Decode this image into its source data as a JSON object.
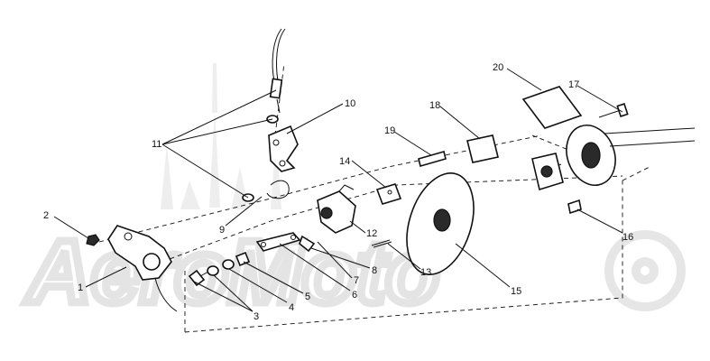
{
  "watermark": {
    "text": "AeroMoto",
    "color": "#e6e6e6"
  },
  "callouts": [
    {
      "id": "c1",
      "label": "1"
    },
    {
      "id": "c2",
      "label": "2"
    },
    {
      "id": "c3",
      "label": "3"
    },
    {
      "id": "c4",
      "label": "4"
    },
    {
      "id": "c5",
      "label": "5"
    },
    {
      "id": "c6",
      "label": "6"
    },
    {
      "id": "c7",
      "label": "7"
    },
    {
      "id": "c8",
      "label": "8"
    },
    {
      "id": "c9",
      "label": "9"
    },
    {
      "id": "c10",
      "label": "10"
    },
    {
      "id": "c11",
      "label": "11"
    },
    {
      "id": "c12",
      "label": "12"
    },
    {
      "id": "c13",
      "label": "13"
    },
    {
      "id": "c14",
      "label": "14"
    },
    {
      "id": "c15",
      "label": "15"
    },
    {
      "id": "c16",
      "label": "16"
    },
    {
      "id": "c17",
      "label": "17"
    },
    {
      "id": "c18",
      "label": "18"
    },
    {
      "id": "c19",
      "label": "19"
    },
    {
      "id": "c20",
      "label": "20"
    }
  ]
}
